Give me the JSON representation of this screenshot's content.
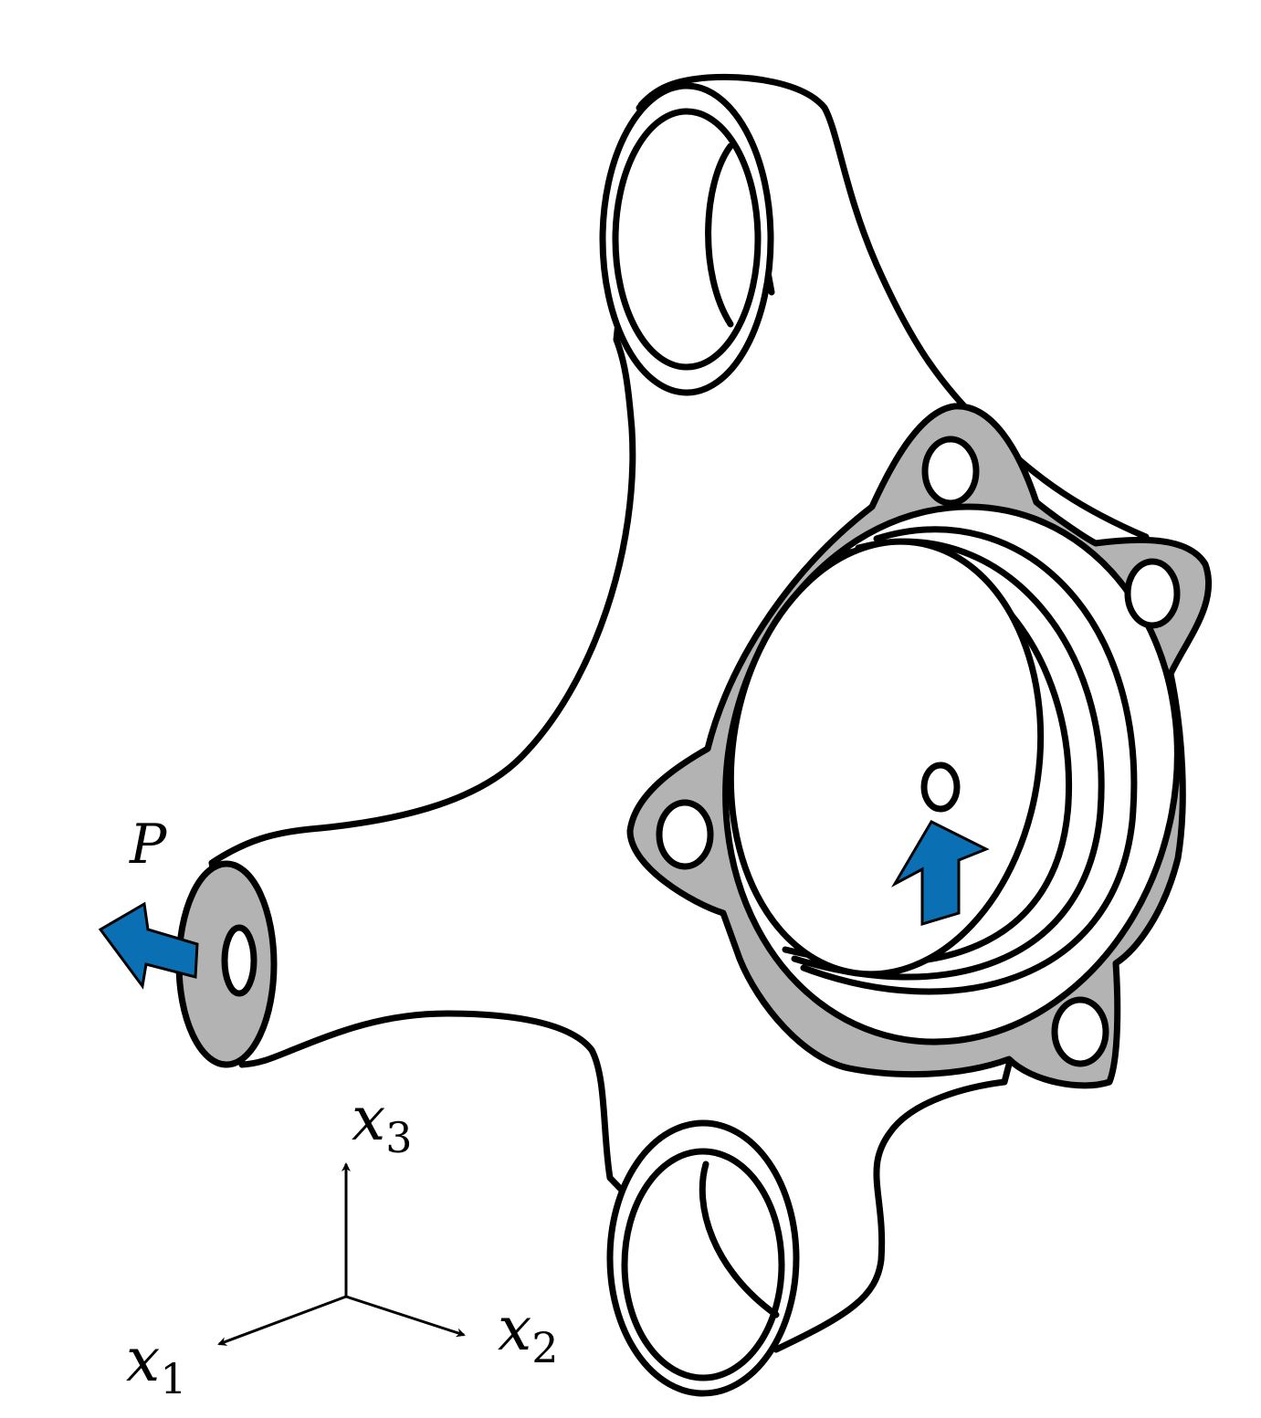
{
  "colors": {
    "outline": "#000000",
    "face_fill": "#b3b3b3",
    "load_arrow": "#0b6fb4",
    "background": "#ffffff"
  },
  "labels": {
    "load": "P",
    "axis_x1": "x",
    "axis_x1_sub": "1",
    "axis_x2": "x",
    "axis_x2_sub": "2",
    "axis_x3": "x",
    "axis_x3_sub": "3"
  }
}
